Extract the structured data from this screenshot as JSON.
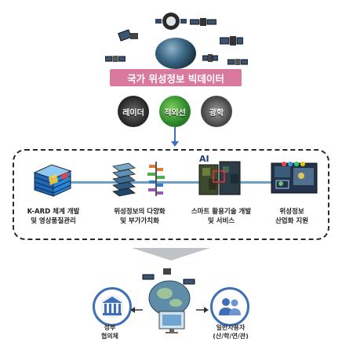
{
  "title": "국가 위성정보 빅데이터",
  "sensors": [
    "레이더",
    "적외선",
    "광학"
  ],
  "stages": [
    {
      "line1": "K-ARD 체계 개발",
      "line2": "및 영상품질관리"
    },
    {
      "line1": "위성정보의 다양화",
      "line2": "및 부가가치화"
    },
    {
      "line1": "스마트 활용기술 개발",
      "line2": "및 서비스"
    },
    {
      "line1": "위성정보",
      "line2": "산업화 지원"
    }
  ],
  "ai_label": "AI",
  "bottom": {
    "left": {
      "line1": "정부",
      "line2": "협의체"
    },
    "right": {
      "line1": "일반사용자",
      "line2": "(산/학/연/관)"
    }
  },
  "colors": {
    "title_bar": "#d9799c",
    "flow_line": "#6aa0c8",
    "icon_blue": "#3f6fb5"
  }
}
